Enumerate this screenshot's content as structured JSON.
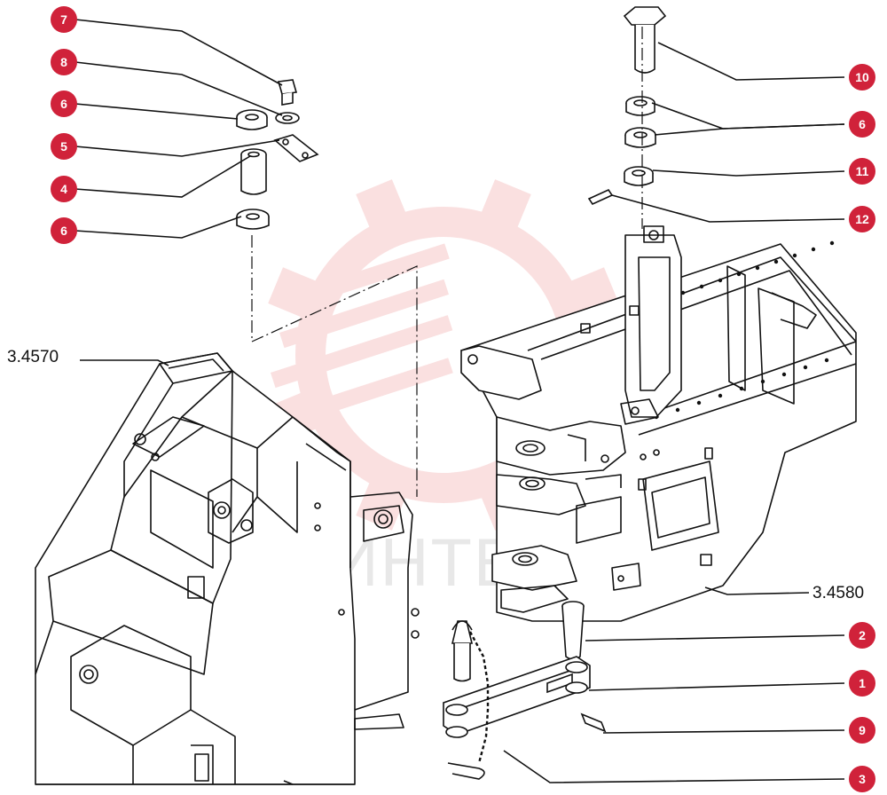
{
  "watermark": {
    "text": "ИНТЕХ",
    "color": "#f6c8c8"
  },
  "colors": {
    "badge": "#d0223a",
    "ink": "#111111"
  },
  "assembly_labels": [
    {
      "id": "left-frame",
      "text": "3.4570"
    },
    {
      "id": "right-frame",
      "text": "3.4580"
    }
  ],
  "callouts": [
    {
      "id": "c7",
      "text": "7"
    },
    {
      "id": "c8",
      "text": "8"
    },
    {
      "id": "c6a",
      "text": "6"
    },
    {
      "id": "c5",
      "text": "5"
    },
    {
      "id": "c4",
      "text": "4"
    },
    {
      "id": "c6b",
      "text": "6"
    },
    {
      "id": "c10",
      "text": "10"
    },
    {
      "id": "c6c",
      "text": "6"
    },
    {
      "id": "c11",
      "text": "11"
    },
    {
      "id": "c12",
      "text": "12"
    },
    {
      "id": "c2",
      "text": "2"
    },
    {
      "id": "c1",
      "text": "1"
    },
    {
      "id": "c9",
      "text": "9"
    },
    {
      "id": "c3",
      "text": "3"
    }
  ]
}
